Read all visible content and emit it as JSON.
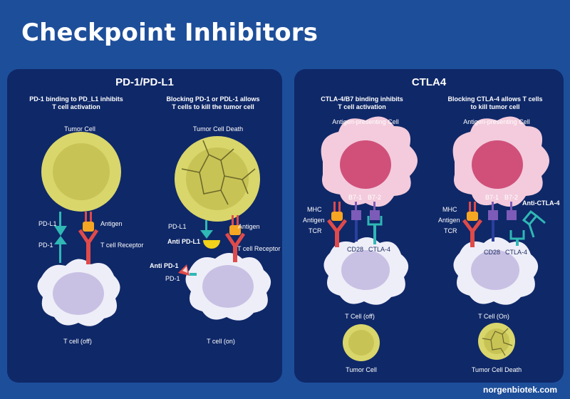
{
  "title": "Checkpoint Inhibitors",
  "left_panel": {
    "title": "PD-1/PD-L1",
    "col1": {
      "caption": [
        "PD-1 binding to PD_L1 inhibits",
        "T cell activation"
      ],
      "top_cell": "Tumor Cell",
      "labels": {
        "pdl1": "PD-L1",
        "pd1": "PD-1",
        "antigen": "Antigen",
        "tcr": "T cell Receptor"
      },
      "bottom_cell": "T cell (off)"
    },
    "col2": {
      "caption": [
        "Blocking PD-1 or PDL-1 allows",
        "T cells to kill the tumor cell"
      ],
      "top_cell": "Tumor Cell Death",
      "labels": {
        "pdl1": "PD-L1",
        "anti_pdl1": "Anti PD-L1",
        "antigen": "Antigen",
        "tcr": "T cell Receptor",
        "anti_pd1": "Anti PD-1",
        "pd1": "PD-1"
      },
      "bottom_cell": "T cell (on)"
    }
  },
  "right_panel": {
    "title": "CTLA4",
    "col1": {
      "caption": [
        "CTLA-4/B7 binding inhibits",
        "T cell activation"
      ],
      "top_cell": "Antigen-presenting Cell",
      "labels": {
        "mhc": "MHC",
        "antigen": "Antigen",
        "tcr": "TCR",
        "b71": "B7-1",
        "b72": "B7-2",
        "cd28": "CD28",
        "ctla4": "CTLA-4"
      },
      "bottom_cell": "T Cell (off)",
      "tumor": "Tumor Cell"
    },
    "col2": {
      "caption": [
        "Blocking CTLA-4 allows T cells",
        "to kill tumor cell"
      ],
      "top_cell": "Antigen-presenting Cell",
      "labels": {
        "mhc": "MHC",
        "antigen": "Antigen",
        "tcr": "TCR",
        "b71": "B7-1",
        "b72": "B7-2",
        "anti_ctla4": "Anti-CTLA-4",
        "cd28": "CD28",
        "ctla4": "CTLA-4"
      },
      "bottom_cell": "T Cell (On)",
      "tumor": "Tumor Cell Death"
    }
  },
  "footer": "norgenbiotek.com",
  "colors": {
    "background": "#1d4e9a",
    "panel": "#0f2868",
    "tumor_outer": "#d9d66b",
    "tumor_inner": "#c8c355",
    "apc_outer": "#f3cbdc",
    "apc_nucleus": "#d0507a",
    "tcell_outer": "#eeeef8",
    "tcell_nucleus": "#c9c1e4",
    "receptor_red": "#e04a4a",
    "receptor_teal": "#2fb8b5",
    "receptor_purple": "#7d5bb8",
    "antibody_yellow": "#f2d21a"
  }
}
